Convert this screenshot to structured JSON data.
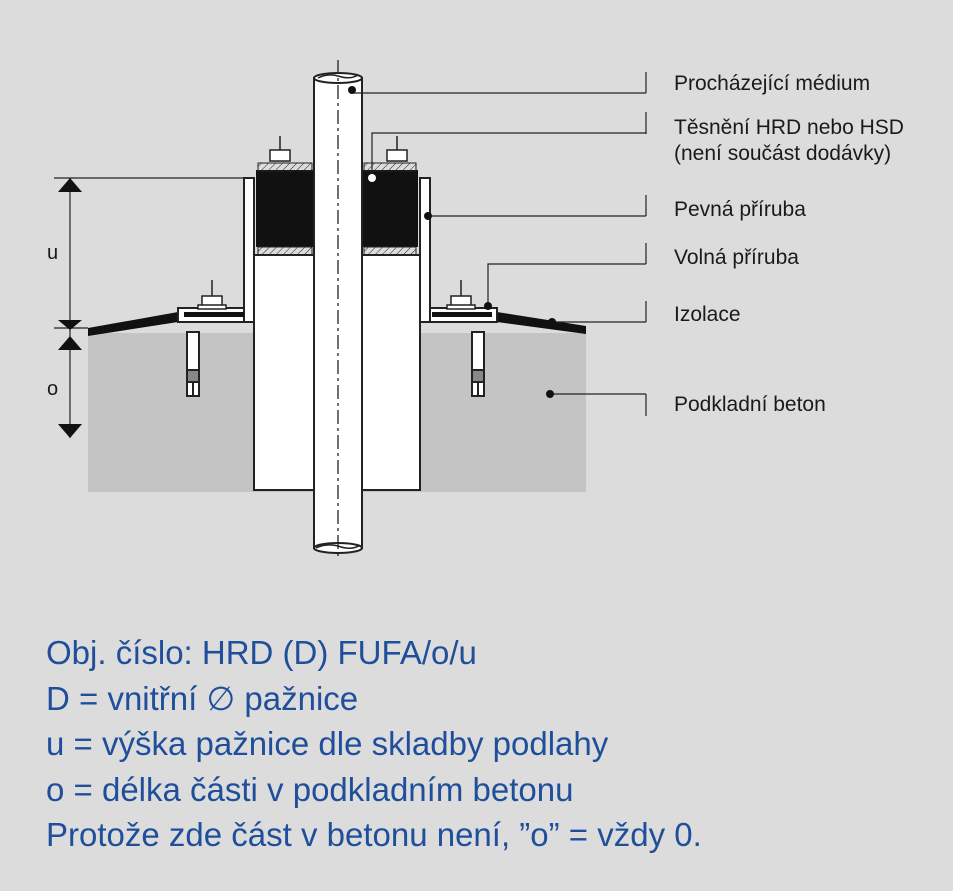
{
  "labels": {
    "medium": "Procházející médium",
    "seal_line1": "Těsnění HRD nebo HSD",
    "seal_line2": "(není součást dodávky)",
    "fixed_flange": "Pevná příruba",
    "loose_flange": "Volná příruba",
    "insulation": "Izolace",
    "concrete": "Podkladní beton"
  },
  "dimensions": {
    "u": "u",
    "o": "o"
  },
  "notes": [
    "Obj. číslo: HRD (D) FUFA/o/u",
    "D = vnitřní ∅ pažnice",
    "u = výška pažnice dle skladby podlahy",
    "o = délka části v podkladním betonu",
    "Protože zde část v betonu není, ”o” = vždy 0."
  ],
  "colors": {
    "background": "#dcdcdd",
    "concrete": "#c4c4c5",
    "seal": "#111111",
    "notes_text": "#1f4f9a"
  }
}
